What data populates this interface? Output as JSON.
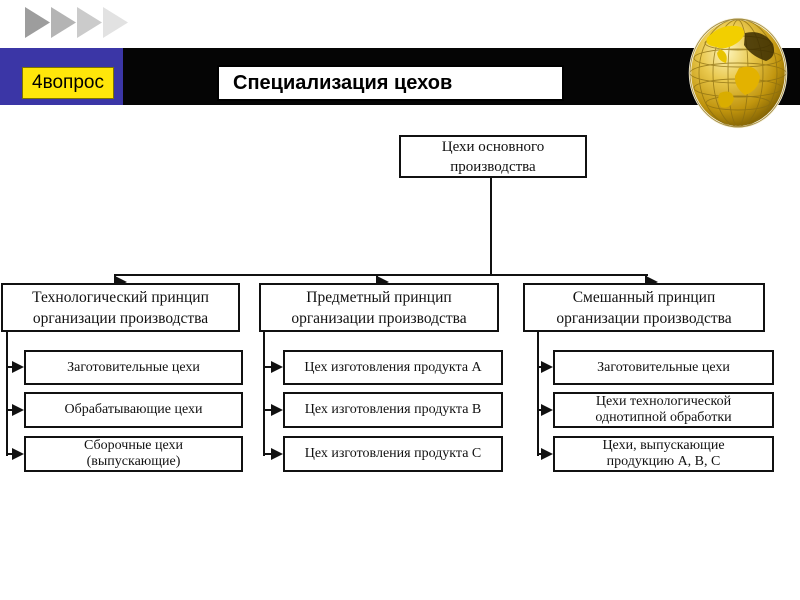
{
  "slide": {
    "question_badge": "4вопрос",
    "title": "Специализация цехов"
  },
  "colors": {
    "accent_blue": "#3b36a6",
    "accent_yellow": "#ffe60a",
    "header_bar": "#050505",
    "diagram_line": "#111111"
  },
  "icons": {
    "globe": "golden-globe",
    "decor": "forward-arrows"
  },
  "diagram": {
    "root": "Цехи основного\nпроизводства",
    "branches": [
      {
        "label": "Технологический принцип\nорганизации производства",
        "children": [
          "Заготовительные цехи",
          "Обрабатывающие цехи",
          "Сборочные цехи\n(выпускающие)"
        ]
      },
      {
        "label": "Предметный принцип\nорганизации производства",
        "children": [
          "Цех изготовления продукта А",
          "Цех изготовления продукта В",
          "Цех изготовления продукта С"
        ]
      },
      {
        "label": "Смешанный принцип\nорганизации производства",
        "children": [
          "Заготовительные цехи",
          "Цехи технологической\nоднотипной обработки",
          "Цехи, выпускающие\nпродукцию А, В, С"
        ]
      }
    ]
  }
}
